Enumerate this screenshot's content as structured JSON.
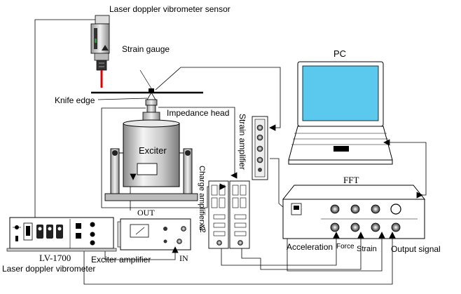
{
  "labels": {
    "ldv_sensor": "Laser doppler vibrometer sensor",
    "strain_gauge": "Strain gauge",
    "knife_edge": "Knife edge",
    "impedance_head": "Impedance head",
    "exciter": "Exciter",
    "strain_amplifier": "Strain amplifier",
    "charge_amplifier": "Charge amplifierx2",
    "x2": "x2",
    "pc": "PC",
    "fft": "FFT",
    "out": "OUT",
    "in": "IN",
    "lv1700": "LV-1700",
    "ldv": "Laser doppler vibrometer",
    "exciter_amplifier": "Exciter amplifier",
    "acceleration": "Acceleration",
    "force": "Force",
    "strain": "Strain",
    "output_signal": "Output signal"
  },
  "colors": {
    "laser": "#e00000",
    "screen": "#5bc8ee",
    "line": "#000000",
    "panel": "#ffffff"
  }
}
